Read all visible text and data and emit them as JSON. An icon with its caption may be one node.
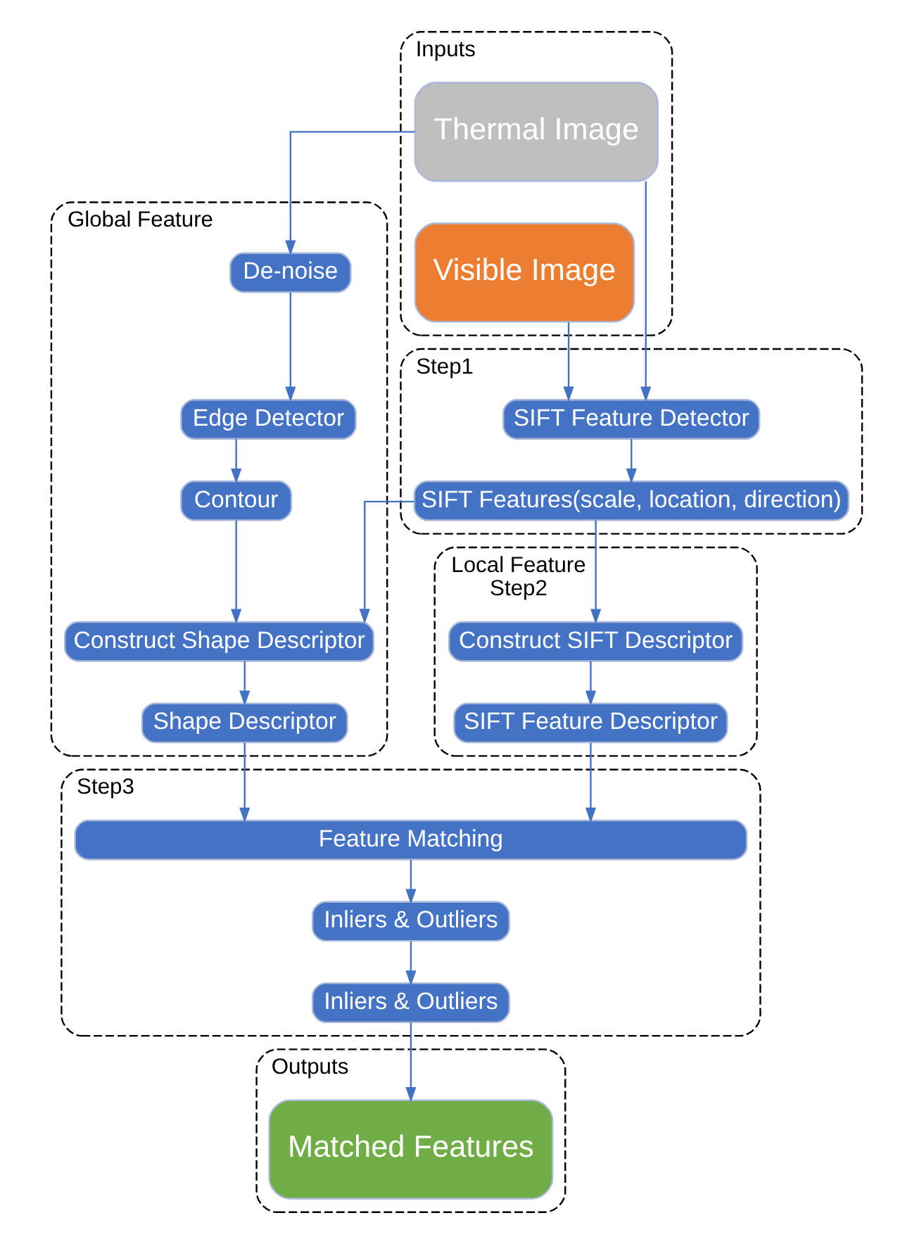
{
  "diagram": {
    "nodes": [
      {
        "text": [
          "Inputs"
        ]
      },
      {
        "text": [
          "Visible Image"
        ],
        "in": 0
      },
      {
        "text": [
          "Thermal Image"
        ],
        "in": 0
      },
      {
        "text": [
          "Step1"
        ]
      },
      {
        "text": [
          "SIFT Feature Detector"
        ],
        "in": 3
      },
      {
        "text": [
          "SIFT Features(scale, location, direction)"
        ],
        "in": 3
      },
      {
        "text": [
          "Local Feature",
          "Step2"
        ]
      },
      {
        "text": [
          "Construct SIFT Descriptor"
        ],
        "in": 6
      },
      {
        "text": [
          "SIFT Feature Descriptor"
        ],
        "in": 6
      },
      {
        "text": [
          "Global Feature"
        ]
      },
      {
        "text": [
          "De-noise"
        ],
        "in": 9
      },
      {
        "text": [
          "Edge Detector"
        ],
        "in": 9
      },
      {
        "text": [
          "Contour"
        ],
        "in": 9
      },
      {
        "text": [
          "Construct Shape Descriptor"
        ],
        "in": 9
      },
      {
        "text": [
          "Shape Descriptor"
        ],
        "in": 9
      },
      {
        "text": [
          "Step3"
        ]
      },
      {
        "text": [
          "Feature Matching"
        ],
        "in": 15
      },
      {
        "text": [
          "Inliers & Outliers"
        ],
        "in": 15
      },
      {
        "text": [
          "Inliers & Outliers"
        ],
        "in": 15
      },
      {
        "text": [
          "Outputs"
        ]
      },
      {
        "text": [
          "Matched Features"
        ],
        "in": 19
      }
    ],
    "edges": [
      {
        "from": 1,
        "to": 4,
        "arrow": "to"
      },
      {
        "from": 2,
        "to": 4,
        "arrow": "to"
      },
      {
        "from": 2,
        "to": 10,
        "arrow": "to"
      },
      {
        "from": 4,
        "to": 5,
        "arrow": "to"
      },
      {
        "from": 5,
        "to": 7,
        "arrow": "to"
      },
      {
        "from": 5,
        "to": 13,
        "arrow": "to"
      },
      {
        "from": 7,
        "to": 8,
        "arrow": "to"
      },
      {
        "from": 10,
        "to": 11,
        "arrow": "to"
      },
      {
        "from": 11,
        "to": 12,
        "arrow": "to"
      },
      {
        "from": 12,
        "to": 13,
        "arrow": "to"
      },
      {
        "from": 13,
        "to": 14,
        "arrow": "to"
      },
      {
        "from": 8,
        "to": 16,
        "arrow": "to"
      },
      {
        "from": 14,
        "to": 16,
        "arrow": "to"
      },
      {
        "from": 16,
        "to": 17,
        "arrow": "to"
      },
      {
        "from": 17,
        "to": 18,
        "arrow": "to"
      },
      {
        "from": 18,
        "to": 20,
        "arrow": "to"
      }
    ]
  }
}
